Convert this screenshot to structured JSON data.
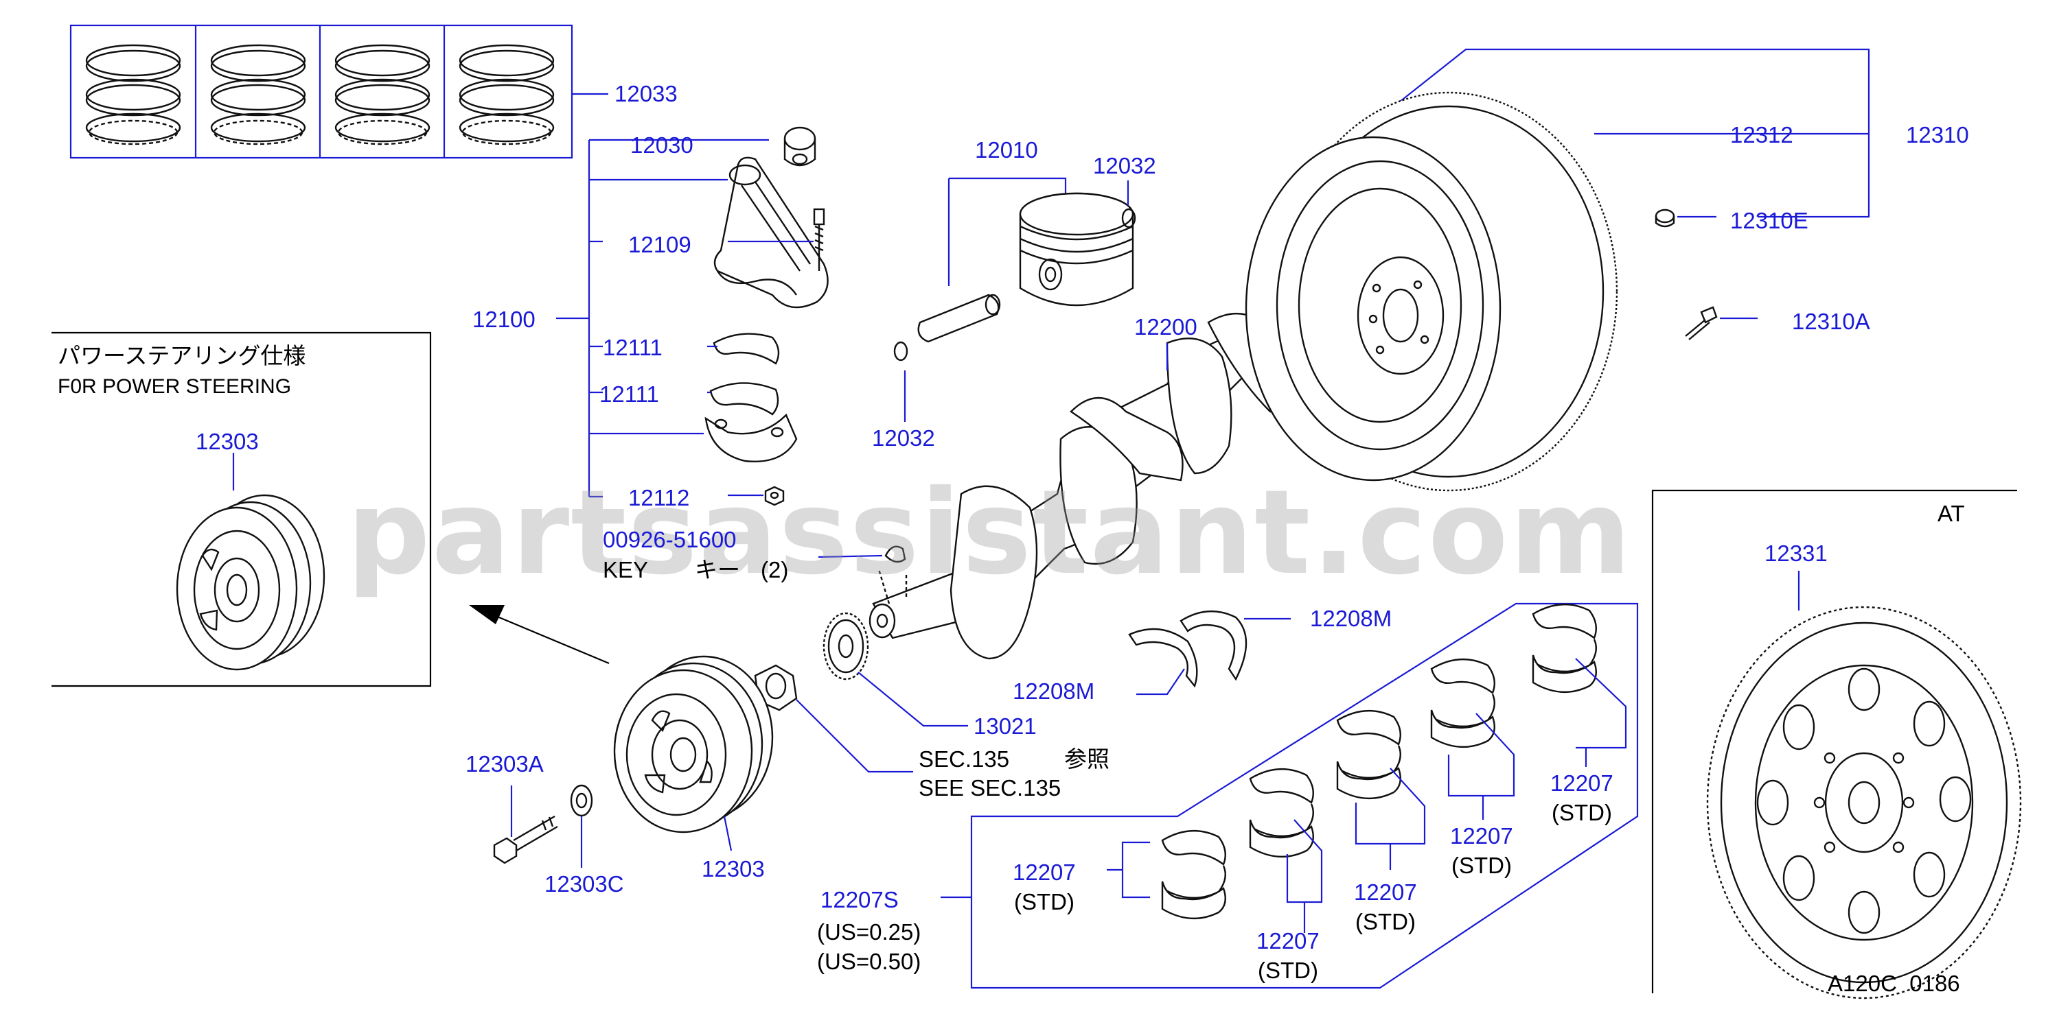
{
  "diagram_code": "A120C  0186",
  "watermark": "partsassistant.com",
  "power_steering_box": {
    "title_jp": "パワーステアリング仕様",
    "title_en": "F0R  POWER  STEERING",
    "part": "12303"
  },
  "at_box": {
    "title": "AT",
    "part": "12331"
  },
  "labels": {
    "p12033": "12033",
    "p12030": "12030",
    "p12109": "12109",
    "p12100": "12100",
    "p12111a": "12111",
    "p12111b": "12111",
    "p12112": "12112",
    "p00926": "00926-51600",
    "key_en": "KEY",
    "key_jp": "キー",
    "key_qty": "(2)",
    "p12010": "12010",
    "p12032a": "12032",
    "p12032b": "12032",
    "p12200": "12200",
    "p12312": "12312",
    "p12310": "12310",
    "p12310E": "12310E",
    "p12310A": "12310A",
    "p12208Ma": "12208M",
    "p12208Mb": "12208M",
    "p13021": "13021",
    "sec_a": "SEC.135",
    "sec_jp": "参照",
    "sec_b": "SEE   SEC.135",
    "p12303A": "12303A",
    "p12303C": "12303C",
    "p12303": "12303",
    "p12207S": "12207S",
    "us025": "(US=0.25)",
    "us050": "(US=0.50)",
    "b1_num": "12207",
    "b1_std": "(STD)",
    "b2_num": "12207",
    "b2_std": "(STD)",
    "b3_num": "12207",
    "b3_std": "(STD)",
    "b4_num": "12207",
    "b4_std": "(STD)",
    "b5_num": "12207",
    "b5_std": "(STD)"
  }
}
